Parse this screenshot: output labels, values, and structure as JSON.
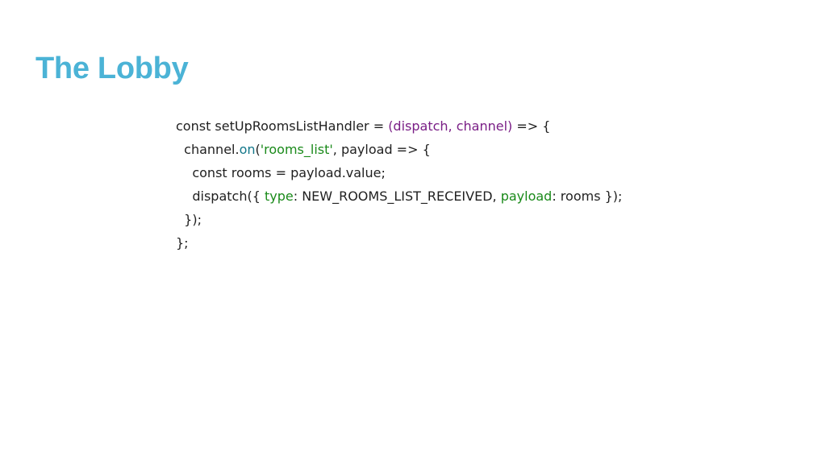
{
  "slide": {
    "title": "The Lobby",
    "title_color": "#4bb3d6"
  },
  "colors": {
    "plain": "#1f1f1f",
    "param": "#7a1e86",
    "method": "#13778a",
    "string": "#1a8a1a",
    "property": "#1a8a1a"
  },
  "code": {
    "lines": [
      [
        {
          "t": "const setUpRoomsListHandler = ",
          "k": "plain"
        },
        {
          "t": "(dispatch, channel)",
          "k": "param"
        },
        {
          "t": " => {",
          "k": "plain"
        }
      ],
      [
        {
          "t": "  channel.",
          "k": "plain"
        },
        {
          "t": "on",
          "k": "method"
        },
        {
          "t": "(",
          "k": "plain"
        },
        {
          "t": "'rooms_list'",
          "k": "string"
        },
        {
          "t": ", payload => {",
          "k": "plain"
        }
      ],
      [
        {
          "t": "    const rooms = payload.value;",
          "k": "plain"
        }
      ],
      [
        {
          "t": "    dispatch({ ",
          "k": "plain"
        },
        {
          "t": "type",
          "k": "property"
        },
        {
          "t": ": NEW_ROOMS_LIST_RECEIVED, ",
          "k": "plain"
        },
        {
          "t": "payload",
          "k": "property"
        },
        {
          "t": ": rooms });",
          "k": "plain"
        }
      ],
      [
        {
          "t": "  });",
          "k": "plain"
        }
      ],
      [
        {
          "t": "};",
          "k": "plain"
        }
      ]
    ]
  }
}
